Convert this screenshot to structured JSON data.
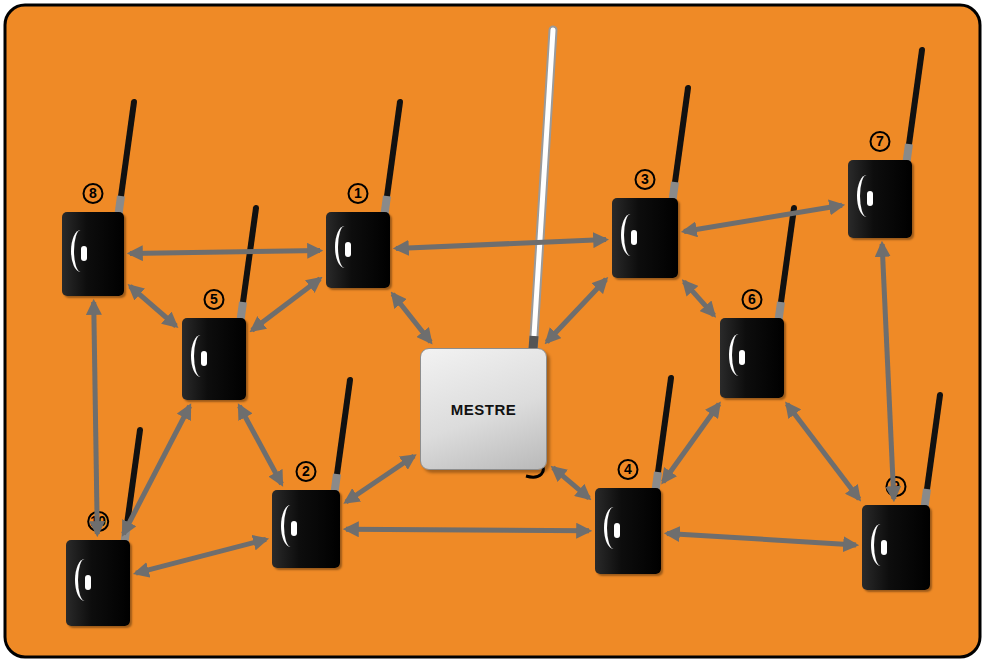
{
  "diagram": {
    "nodes": [
      {
        "text": [
          "8"
        ]
      },
      {
        "text": [
          "1"
        ]
      },
      {
        "text": [
          "3"
        ]
      },
      {
        "text": [
          "7"
        ]
      },
      {
        "text": [
          "5"
        ]
      },
      {
        "text": [
          "6"
        ]
      },
      {
        "text": [
          "MESTRE"
        ]
      },
      {
        "text": [
          "2"
        ]
      },
      {
        "text": [
          "4"
        ]
      },
      {
        "text": [
          "9"
        ]
      },
      {
        "text": [
          "10"
        ]
      }
    ],
    "edges": [
      {
        "from": 0,
        "to": 1,
        "arrow": "both"
      },
      {
        "from": 0,
        "to": 4,
        "arrow": "both"
      },
      {
        "from": 0,
        "to": 10,
        "arrow": "both"
      },
      {
        "from": 1,
        "to": 4,
        "arrow": "both"
      },
      {
        "from": 1,
        "to": 2,
        "arrow": "both"
      },
      {
        "from": 1,
        "to": 6,
        "arrow": "both"
      },
      {
        "from": 2,
        "to": 3,
        "arrow": "both"
      },
      {
        "from": 2,
        "to": 5,
        "arrow": "both"
      },
      {
        "from": 2,
        "to": 6,
        "arrow": "both"
      },
      {
        "from": 3,
        "to": 9,
        "arrow": "both"
      },
      {
        "from": 4,
        "to": 10,
        "arrow": "both"
      },
      {
        "from": 4,
        "to": 7,
        "arrow": "both"
      },
      {
        "from": 5,
        "to": 8,
        "arrow": "both"
      },
      {
        "from": 5,
        "to": 9,
        "arrow": "both"
      },
      {
        "from": 6,
        "to": 8,
        "arrow": "both"
      },
      {
        "from": 6,
        "to": 7,
        "arrow": "both"
      },
      {
        "from": 7,
        "to": 10,
        "arrow": "both"
      },
      {
        "from": 7,
        "to": 8,
        "arrow": "both"
      },
      {
        "from": 8,
        "to": 9,
        "arrow": "both"
      }
    ]
  }
}
